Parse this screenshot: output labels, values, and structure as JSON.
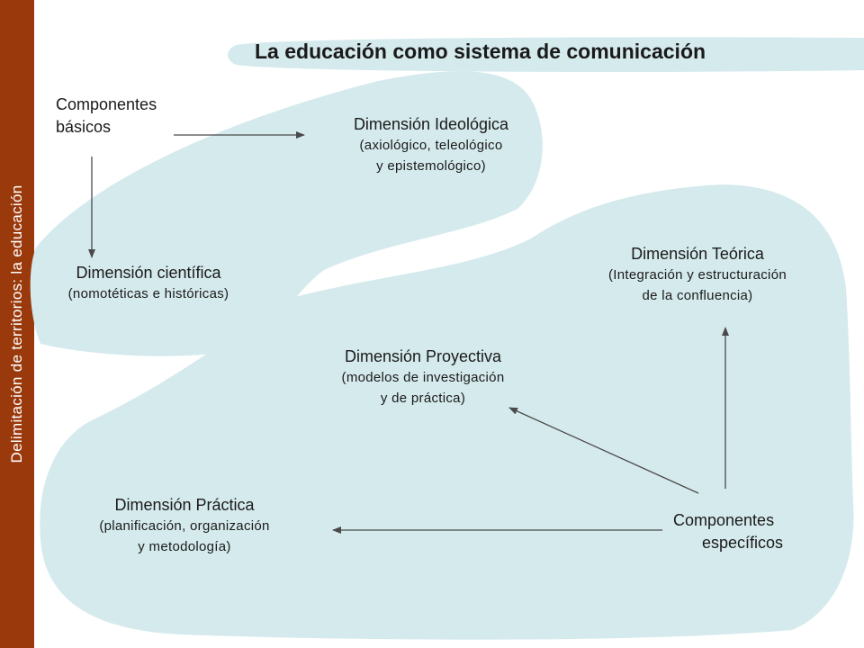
{
  "sidebar": {
    "text": "Delimitación de territorios: la educación",
    "color": "#9a3a0c"
  },
  "title": "La educación como sistema de comunicación",
  "colors": {
    "blob": "#d5eaed",
    "arrow": "#4a4a4a"
  },
  "basic_components": {
    "line1": "Componentes",
    "line2": "básicos"
  },
  "specific_components": {
    "line1": "Componentes",
    "line2": "específicos"
  },
  "dimensions": {
    "ideologica": {
      "title": "Dimensión Ideológica",
      "line1": "(axiológico, teleológico",
      "line2": "y epistemológico)"
    },
    "cientifica": {
      "title": "Dimensión científica",
      "line1": "(nomotéticas e históricas)"
    },
    "teorica": {
      "title": "Dimensión Teórica",
      "line1": "(Integración y estructuración",
      "line2": "de la confluencia)"
    },
    "proyectiva": {
      "title": "Dimensión Proyectiva",
      "line1": "(modelos de investigación",
      "line2": "y de práctica)"
    },
    "practica": {
      "title": "Dimensión Práctica",
      "line1": "(planificación, organización",
      "line2": "y metodología)"
    }
  }
}
